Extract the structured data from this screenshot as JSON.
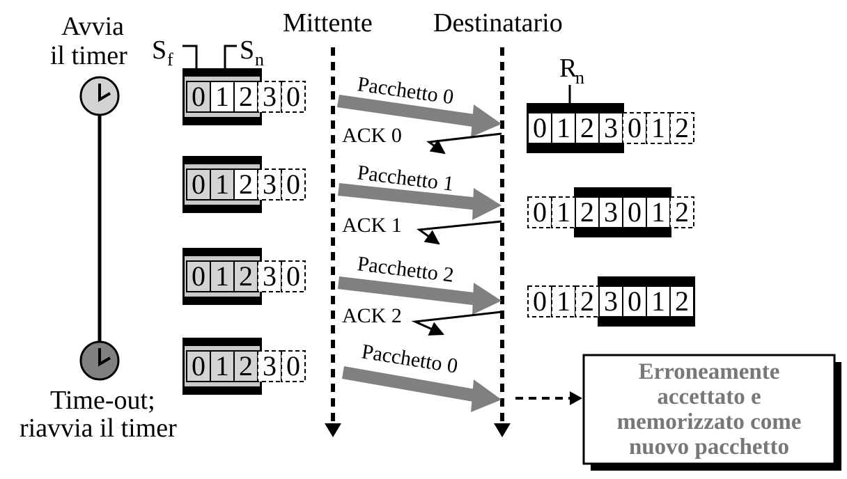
{
  "header": {
    "sender": "Mittente",
    "receiver": "Destinatario",
    "start_timer_line1": "Avvia",
    "start_timer_line2": "il timer",
    "sf_main": "S",
    "sf_sub": "f",
    "sn_main": "S",
    "sn_sub": "n",
    "rn_main": "R",
    "rn_sub": "n"
  },
  "timeout": {
    "line1": "Time-out;",
    "line2": "riavvia il timer"
  },
  "sender_windows": [
    {
      "cells": [
        "0",
        "1",
        "2",
        "3",
        "0"
      ],
      "shaded": 1
    },
    {
      "cells": [
        "0",
        "1",
        "2",
        "3",
        "0"
      ],
      "shaded": 2
    },
    {
      "cells": [
        "0",
        "1",
        "2",
        "3",
        "0"
      ],
      "shaded": 3
    },
    {
      "cells": [
        "0",
        "1",
        "2",
        "3",
        "0"
      ],
      "shaded": 3
    }
  ],
  "packets": [
    "Pacchetto 0",
    "Pacchetto 1",
    "Pacchetto 2",
    "Pacchetto 0"
  ],
  "acks": [
    "ACK 0",
    "ACK 1",
    "ACK 2"
  ],
  "receiver_windows": [
    {
      "cells": [
        "0",
        "1",
        "2",
        "3",
        "0",
        "1",
        "2"
      ],
      "window_start": 0
    },
    {
      "cells": [
        "0",
        "1",
        "2",
        "3",
        "0",
        "1",
        "2"
      ],
      "window_start": 2
    },
    {
      "cells": [
        "0",
        "1",
        "2",
        "3",
        "0",
        "1",
        "2"
      ],
      "window_start": 3
    }
  ],
  "error_note": {
    "line1": "Erroneamente",
    "line2": "accettato e",
    "line3": "memorizzato come",
    "line4": "nuovo pacchetto"
  },
  "colors": {
    "packet_arrow": "#808080",
    "shaded_cell": "#d3d3d3",
    "clock_start": "#d3d3d3",
    "clock_timeout": "#808080",
    "note_text": "#777777"
  }
}
